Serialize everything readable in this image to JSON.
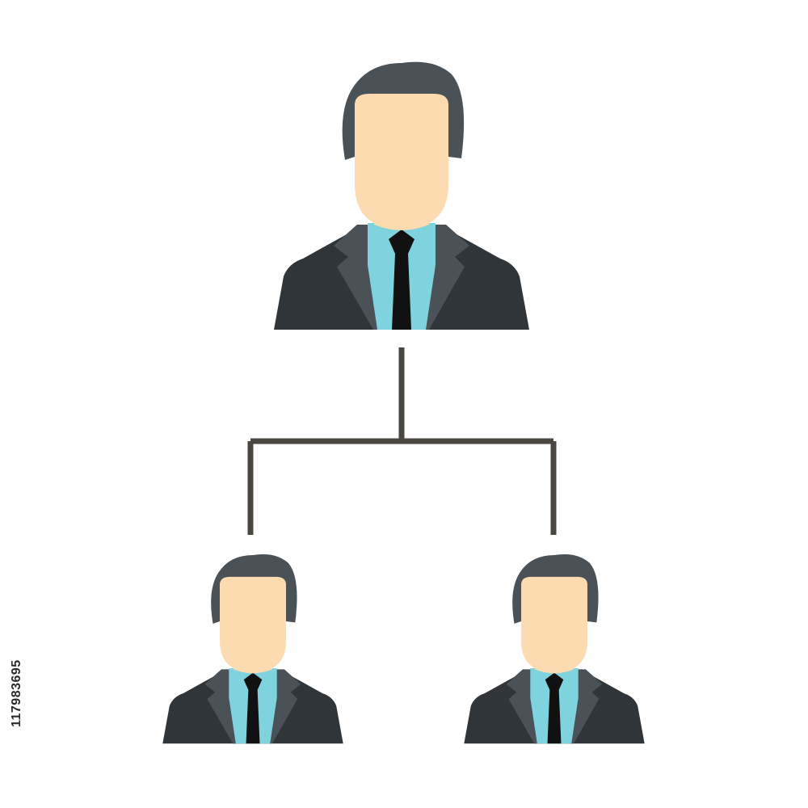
{
  "org_chart": {
    "nodes": [
      {
        "id": "top",
        "role": "manager",
        "icon": "businessman-icon"
      },
      {
        "id": "left",
        "role": "subordinate",
        "icon": "businessman-icon"
      },
      {
        "id": "right",
        "role": "subordinate",
        "icon": "businessman-icon"
      }
    ],
    "edges": [
      {
        "from": "top",
        "to": "left"
      },
      {
        "from": "top",
        "to": "right"
      }
    ]
  },
  "colors": {
    "background": "#ffffff",
    "hair": "#4b5257",
    "skin": "#fbdbaf",
    "suit": "#2f3538",
    "lapel": "#4b5257",
    "shirt": "#7ed3df",
    "tie": "#111111",
    "connector": "#4a4640"
  },
  "watermark": {
    "stock_id": "117983695"
  }
}
